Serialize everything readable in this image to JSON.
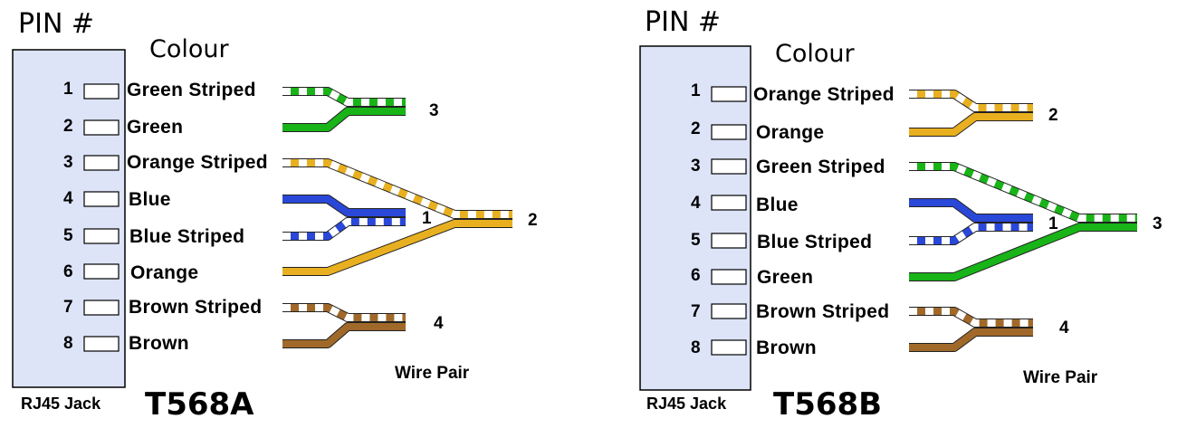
{
  "diagrams": [
    {
      "standard": "T568A",
      "pin_header": "PIN #",
      "colour_header": "Colour",
      "jack_label": "RJ45 Jack",
      "wire_pair_label": "Wire Pair",
      "wires": [
        {
          "pin": "1",
          "label": "Green Striped",
          "color": "#18b418",
          "striped": true,
          "pair": 3
        },
        {
          "pin": "2",
          "label": "Green",
          "color": "#18b418",
          "striped": false,
          "pair": 3
        },
        {
          "pin": "3",
          "label": "Orange Striped",
          "color": "#e8b020",
          "striped": true,
          "pair": 2
        },
        {
          "pin": "4",
          "label": "Blue",
          "color": "#2a48d8",
          "striped": false,
          "pair": 1
        },
        {
          "pin": "5",
          "label": "Blue Striped",
          "color": "#2a48d8",
          "striped": true,
          "pair": 1
        },
        {
          "pin": "6",
          "label": "Orange",
          "color": "#e8b020",
          "striped": false,
          "pair": 2
        },
        {
          "pin": "7",
          "label": "Brown Striped",
          "color": "#a0692a",
          "striped": true,
          "pair": 4
        },
        {
          "pin": "8",
          "label": "Brown",
          "color": "#a0692a",
          "striped": false,
          "pair": 4
        }
      ],
      "pairs": [
        {
          "id": 3,
          "label": "3"
        },
        {
          "id": 1,
          "label": "1"
        },
        {
          "id": 2,
          "label": "2"
        },
        {
          "id": 4,
          "label": "4"
        }
      ]
    },
    {
      "standard": "T568B",
      "pin_header": "PIN #",
      "colour_header": "Colour",
      "jack_label": "RJ45 Jack",
      "wire_pair_label": "Wire Pair",
      "wires": [
        {
          "pin": "1",
          "label": "Orange Striped",
          "color": "#e8b020",
          "striped": true,
          "pair": 2
        },
        {
          "pin": "2",
          "label": "Orange",
          "color": "#e8b020",
          "striped": false,
          "pair": 2
        },
        {
          "pin": "3",
          "label": "Green Striped",
          "color": "#18b418",
          "striped": true,
          "pair": 3
        },
        {
          "pin": "4",
          "label": "Blue",
          "color": "#2a48d8",
          "striped": false,
          "pair": 1
        },
        {
          "pin": "5",
          "label": "Blue Striped",
          "color": "#2a48d8",
          "striped": true,
          "pair": 1
        },
        {
          "pin": "6",
          "label": "Green",
          "color": "#18b418",
          "striped": false,
          "pair": 3
        },
        {
          "pin": "7",
          "label": "Brown Striped",
          "color": "#a0692a",
          "striped": true,
          "pair": 4
        },
        {
          "pin": "8",
          "label": "Brown",
          "color": "#a0692a",
          "striped": false,
          "pair": 4
        }
      ],
      "pairs": [
        {
          "id": 2,
          "label": "2"
        },
        {
          "id": 1,
          "label": "1"
        },
        {
          "id": 3,
          "label": "3"
        },
        {
          "id": 4,
          "label": "4"
        }
      ]
    }
  ],
  "jack_fill_color": "#dde4f8",
  "wire_stripe_color": "#ffffff"
}
